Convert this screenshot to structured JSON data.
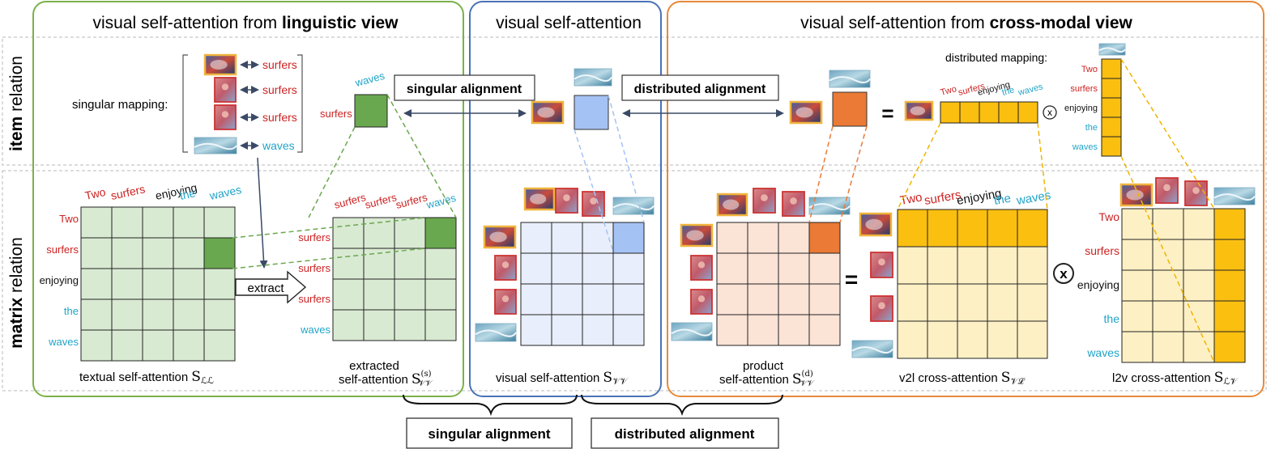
{
  "panels": {
    "linguistic": {
      "prefix": "visual self-attention from ",
      "bold": "linguistic view"
    },
    "visual": {
      "title": "visual self-attention"
    },
    "crossmodal": {
      "prefix": "visual self-attention from ",
      "bold": "cross-modal view"
    }
  },
  "rows": {
    "item": {
      "bold": "item",
      "rest": " relation"
    },
    "matrix": {
      "bold": "matrix",
      "rest": " relation"
    }
  },
  "mapping": {
    "singular_label": "singular mapping:",
    "distributed_label": "distributed mapping:",
    "words": [
      "surfers",
      "surfers",
      "surfers",
      "waves"
    ]
  },
  "tokens": [
    "Two",
    "surfers",
    "enjoying",
    "the",
    "waves"
  ],
  "extracted_col_labels": [
    "surfers",
    "surfers",
    "surfers",
    "waves"
  ],
  "extracted_row_labels": [
    "surfers",
    "surfers",
    "surfers",
    "waves"
  ],
  "item_labels": {
    "waves": "waves",
    "surfers": "surfers"
  },
  "alignment_boxes": {
    "singular": "singular alignment",
    "distributed": "distributed alignment"
  },
  "extract_label": "extract",
  "operators": {
    "equals": "=",
    "times": "x"
  },
  "captions": {
    "textual": "textual self-attention",
    "textual_sym": "S",
    "textual_sub": "ℒℒ",
    "extracted_line1": "extracted",
    "extracted_line2": "self-attention",
    "extracted_sym": "S",
    "extracted_sup": "(s)",
    "extracted_sub": "𝒱𝒱",
    "visual": "visual self-attention",
    "visual_sym": "S",
    "visual_sub": "𝒱𝒱",
    "product_line1": "product",
    "product_line2": "self-attention",
    "product_sym": "S",
    "product_sup": "(d)",
    "product_sub": "𝒱𝒱",
    "v2l": "v2l cross-attention",
    "v2l_sym": "S",
    "v2l_sub": "𝒱ℒ",
    "l2v": "l2v cross-attention",
    "l2v_sym": "S",
    "l2v_sub": "ℒ𝒱"
  },
  "bottom_labels": {
    "singular": "singular alignment",
    "distributed": "distributed alignment"
  },
  "colors": {
    "green_panel": "#7bb14a",
    "blue_panel": "#4a72b8",
    "orange_panel": "#e8893b",
    "red_word": "#cc2222",
    "blue_word": "#22a4c8",
    "green_fill": "#d9ead3",
    "green_strong": "#6aa84f",
    "blue_fill": "#e8eefb",
    "blue_strong": "#a4c2f4",
    "salmon_fill": "#fbe3d6",
    "orange_strong": "#ea7a35",
    "yellow_fill": "#fdf0c4",
    "yellow_strong": "#fbbf10"
  }
}
